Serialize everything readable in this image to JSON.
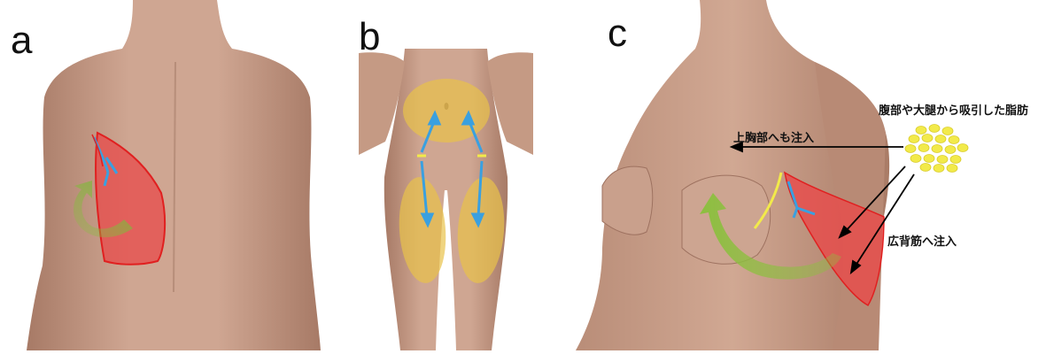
{
  "panels": [
    {
      "letter": "a"
    },
    {
      "letter": "b"
    },
    {
      "letter": "c"
    }
  ],
  "annotations": {
    "fat_source": "腹部や大腿から吸引した脂肪",
    "upper_chest": "上胸部へも注入",
    "latissimus": "広背筋へ注入"
  },
  "colors": {
    "skin": "#c9a08c",
    "skin_shadow": "#a97b66",
    "muscle_flap": "#e84a4a",
    "flap_outline": "#e02020",
    "vessel": "#3aa0e0",
    "rotation_arrow": "#8cbf3f",
    "fat_zone": "#e8c24a",
    "fat_globule": "#f2ea4a",
    "arrow": "#000000"
  }
}
